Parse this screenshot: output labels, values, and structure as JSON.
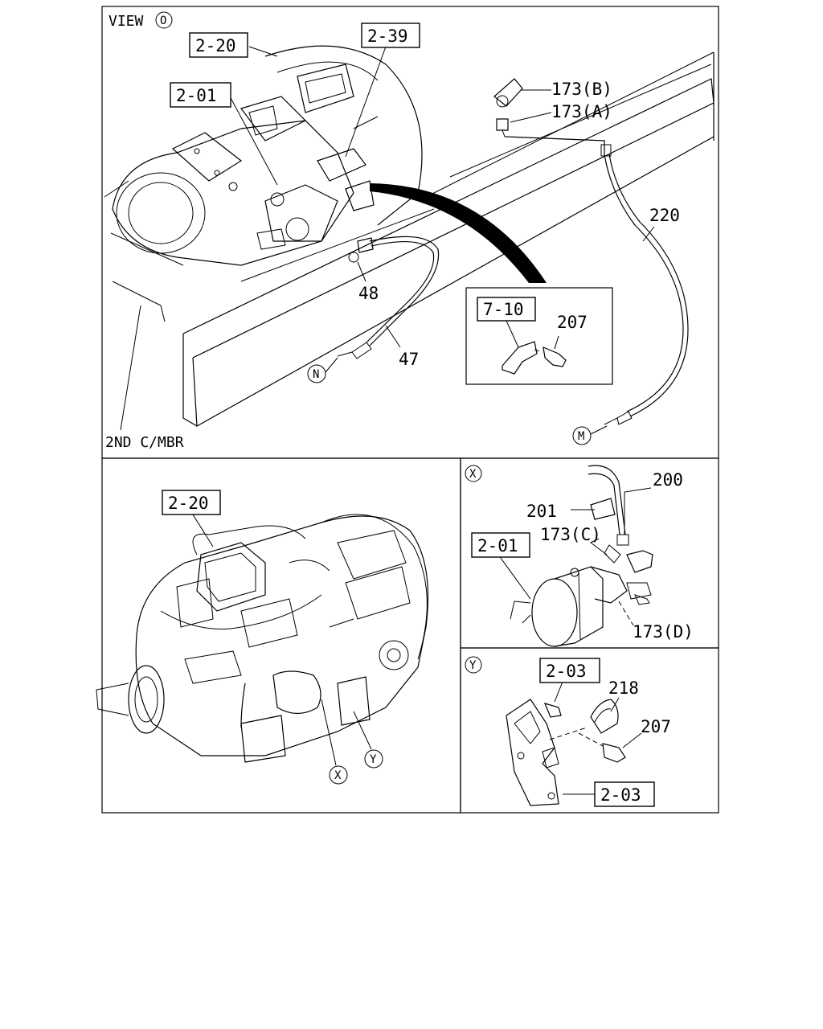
{
  "view": {
    "title": "VIEW",
    "marker": "O"
  },
  "frame_label": "2ND C/MBR",
  "top_panel": {
    "refs": [
      "2-20",
      "2-39",
      "2-01"
    ],
    "parts": [
      "173(B)",
      "173(A)",
      "220",
      "48",
      "47",
      "207"
    ],
    "inset_ref": "7-10",
    "connectors": [
      "N",
      "M"
    ]
  },
  "bottom_left": {
    "ref": "2-20",
    "views": [
      "X",
      "Y"
    ]
  },
  "detail_x": {
    "marker": "X",
    "ref": "2-01",
    "parts": [
      "200",
      "201",
      "173(C)",
      "173(D)"
    ]
  },
  "detail_y": {
    "marker": "Y",
    "refs": [
      "2-03",
      "2-03"
    ],
    "parts": [
      "218",
      "207"
    ]
  }
}
